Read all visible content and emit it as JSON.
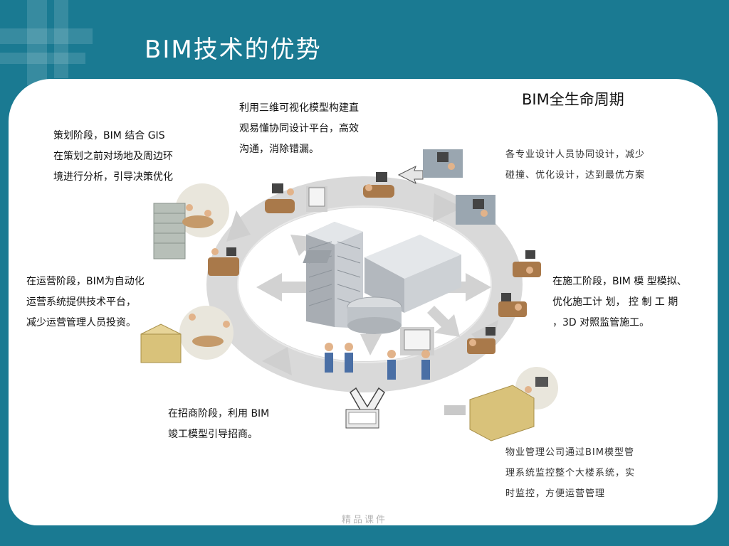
{
  "page": {
    "title": "BIM技术的优势",
    "lifecycle_label": "BIM全生命周期",
    "footer": "精品课件"
  },
  "descriptions": {
    "planning": [
      "策划阶段，BIM 结合 GIS",
      "在策划之前对场地及周边环",
      "境进行分析，引导决策优化"
    ],
    "visualization": [
      "利用三维可视化模型构建直",
      "观易懂协同设计平台，高效",
      "沟通，消除错漏。"
    ],
    "design": [
      "各专业设计人员协同设计，减少",
      "碰撞、优化设计，达到最优方案"
    ],
    "operation": [
      "在运营阶段，BIM为自动化",
      "运营系统提供技术平台，",
      "减少运营管理人员投资。"
    ],
    "construction": [
      "在施工阶段，BIM 模 型模拟、",
      "优化施工计 划， 控 制 工 期",
      "，3D 对照监管施工。"
    ],
    "leasing": [
      "在招商阶段，利用 BIM",
      "竣工模型引导招商。"
    ],
    "property": [
      "物业管理公司通过BIM模型管",
      "理系统监控整个大楼系统，实",
      "时监控，方便运营管理"
    ]
  },
  "colors": {
    "background": "#1a7a92",
    "panel": "#ffffff",
    "ring": "#d9d9d9",
    "building": "#c9cdd2"
  }
}
